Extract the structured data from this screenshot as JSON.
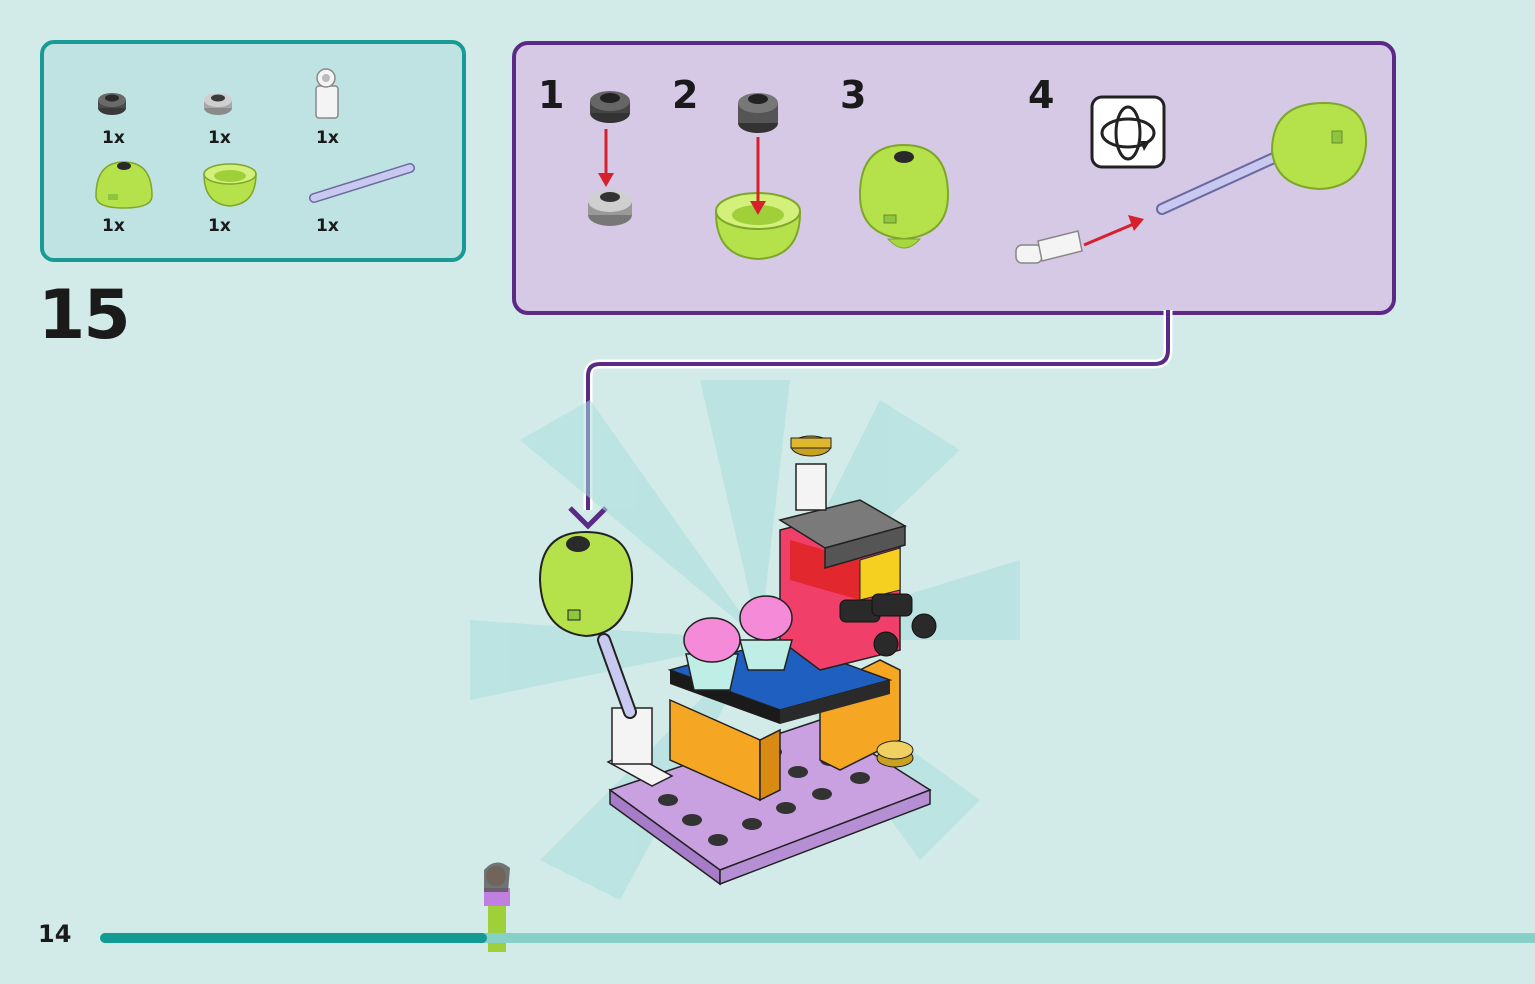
{
  "parts_list": {
    "items": [
      {
        "qty": "1x",
        "icon": "dark-grey-round-plate-icon"
      },
      {
        "qty": "1x",
        "icon": "silver-round-plate-icon"
      },
      {
        "qty": "1x",
        "icon": "white-clip-bracket-icon"
      },
      {
        "qty": "1x",
        "icon": "lime-dome-icon"
      },
      {
        "qty": "1x",
        "icon": "lime-bowl-icon"
      },
      {
        "qty": "1x",
        "icon": "lavender-bar-icon"
      }
    ]
  },
  "step": {
    "number": "15"
  },
  "sub_assembly": {
    "border_color": "#5a2a86",
    "steps": [
      {
        "label": "1"
      },
      {
        "label": "2"
      },
      {
        "label": "3"
      },
      {
        "label": "4",
        "icon": "rotate-model-icon"
      }
    ]
  },
  "footer": {
    "page_number": "14",
    "progress_fraction": 0.27,
    "progress_color": "#129b93"
  },
  "colors": {
    "background": "#d3ebe8",
    "parts_box_border": "#1a9a94",
    "arrow_red": "#d6202e",
    "lime": "#b5e24a"
  }
}
